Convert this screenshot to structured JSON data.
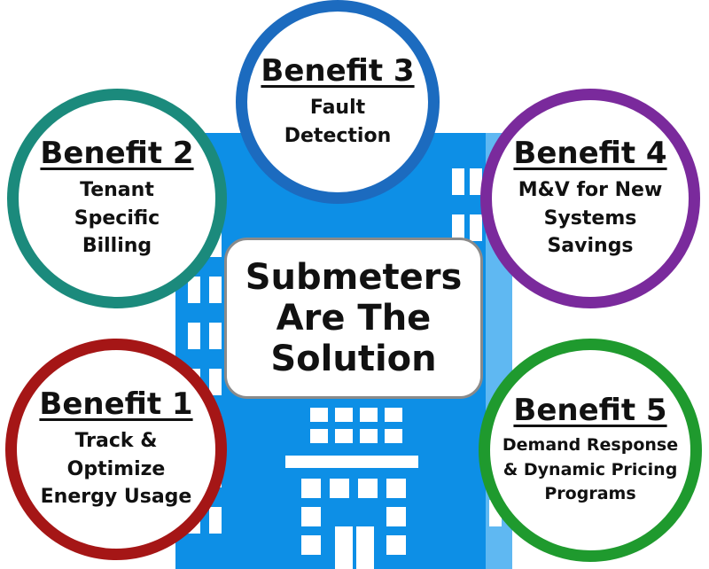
{
  "colors": {
    "building": "#0d8fe6",
    "building_light": "#5fb8f2",
    "window": "#ffffff",
    "benefit_1": "#a51616",
    "benefit_2": "#1b8a7c",
    "benefit_3": "#1c6bbf",
    "benefit_4": "#7a2a9c",
    "benefit_5": "#1f9a2e"
  },
  "center": {
    "lines": [
      "Submeters",
      "Are The",
      "Solution"
    ]
  },
  "benefits": [
    {
      "title": "Benefit 1",
      "lines": [
        "Track &",
        "Optimize",
        "Energy Usage"
      ]
    },
    {
      "title": "Benefit 2",
      "lines": [
        "Tenant",
        "Specific",
        "Billing"
      ]
    },
    {
      "title": "Benefit 3",
      "lines": [
        "Fault",
        "Detection"
      ]
    },
    {
      "title": "Benefit 4",
      "lines": [
        "M&V for New",
        "Systems",
        "Savings"
      ]
    },
    {
      "title": "Benefit 5",
      "lines": [
        "Demand Response",
        "& Dynamic Pricing",
        "Programs"
      ]
    }
  ]
}
